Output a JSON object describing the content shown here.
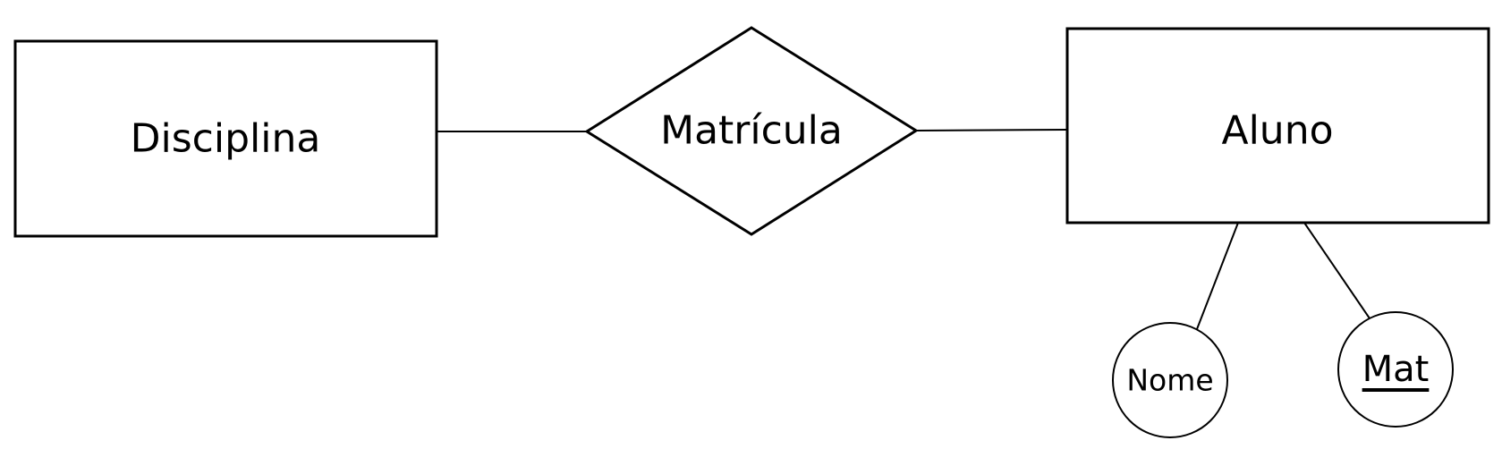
{
  "entities": [
    {
      "id": "disciplina",
      "label": "Disciplina"
    },
    {
      "id": "aluno",
      "label": "Aluno"
    }
  ],
  "relationships": [
    {
      "id": "matricula",
      "label": "Matrícula",
      "connects": [
        "disciplina",
        "aluno"
      ]
    }
  ],
  "attributes": [
    {
      "id": "nome",
      "label": "Nome",
      "entity": "aluno",
      "is_key": false
    },
    {
      "id": "mat",
      "label": "Mat",
      "entity": "aluno",
      "is_key": true
    }
  ],
  "colors": {
    "stroke": "#000000",
    "fill": "#ffffff",
    "text": "#000000"
  }
}
